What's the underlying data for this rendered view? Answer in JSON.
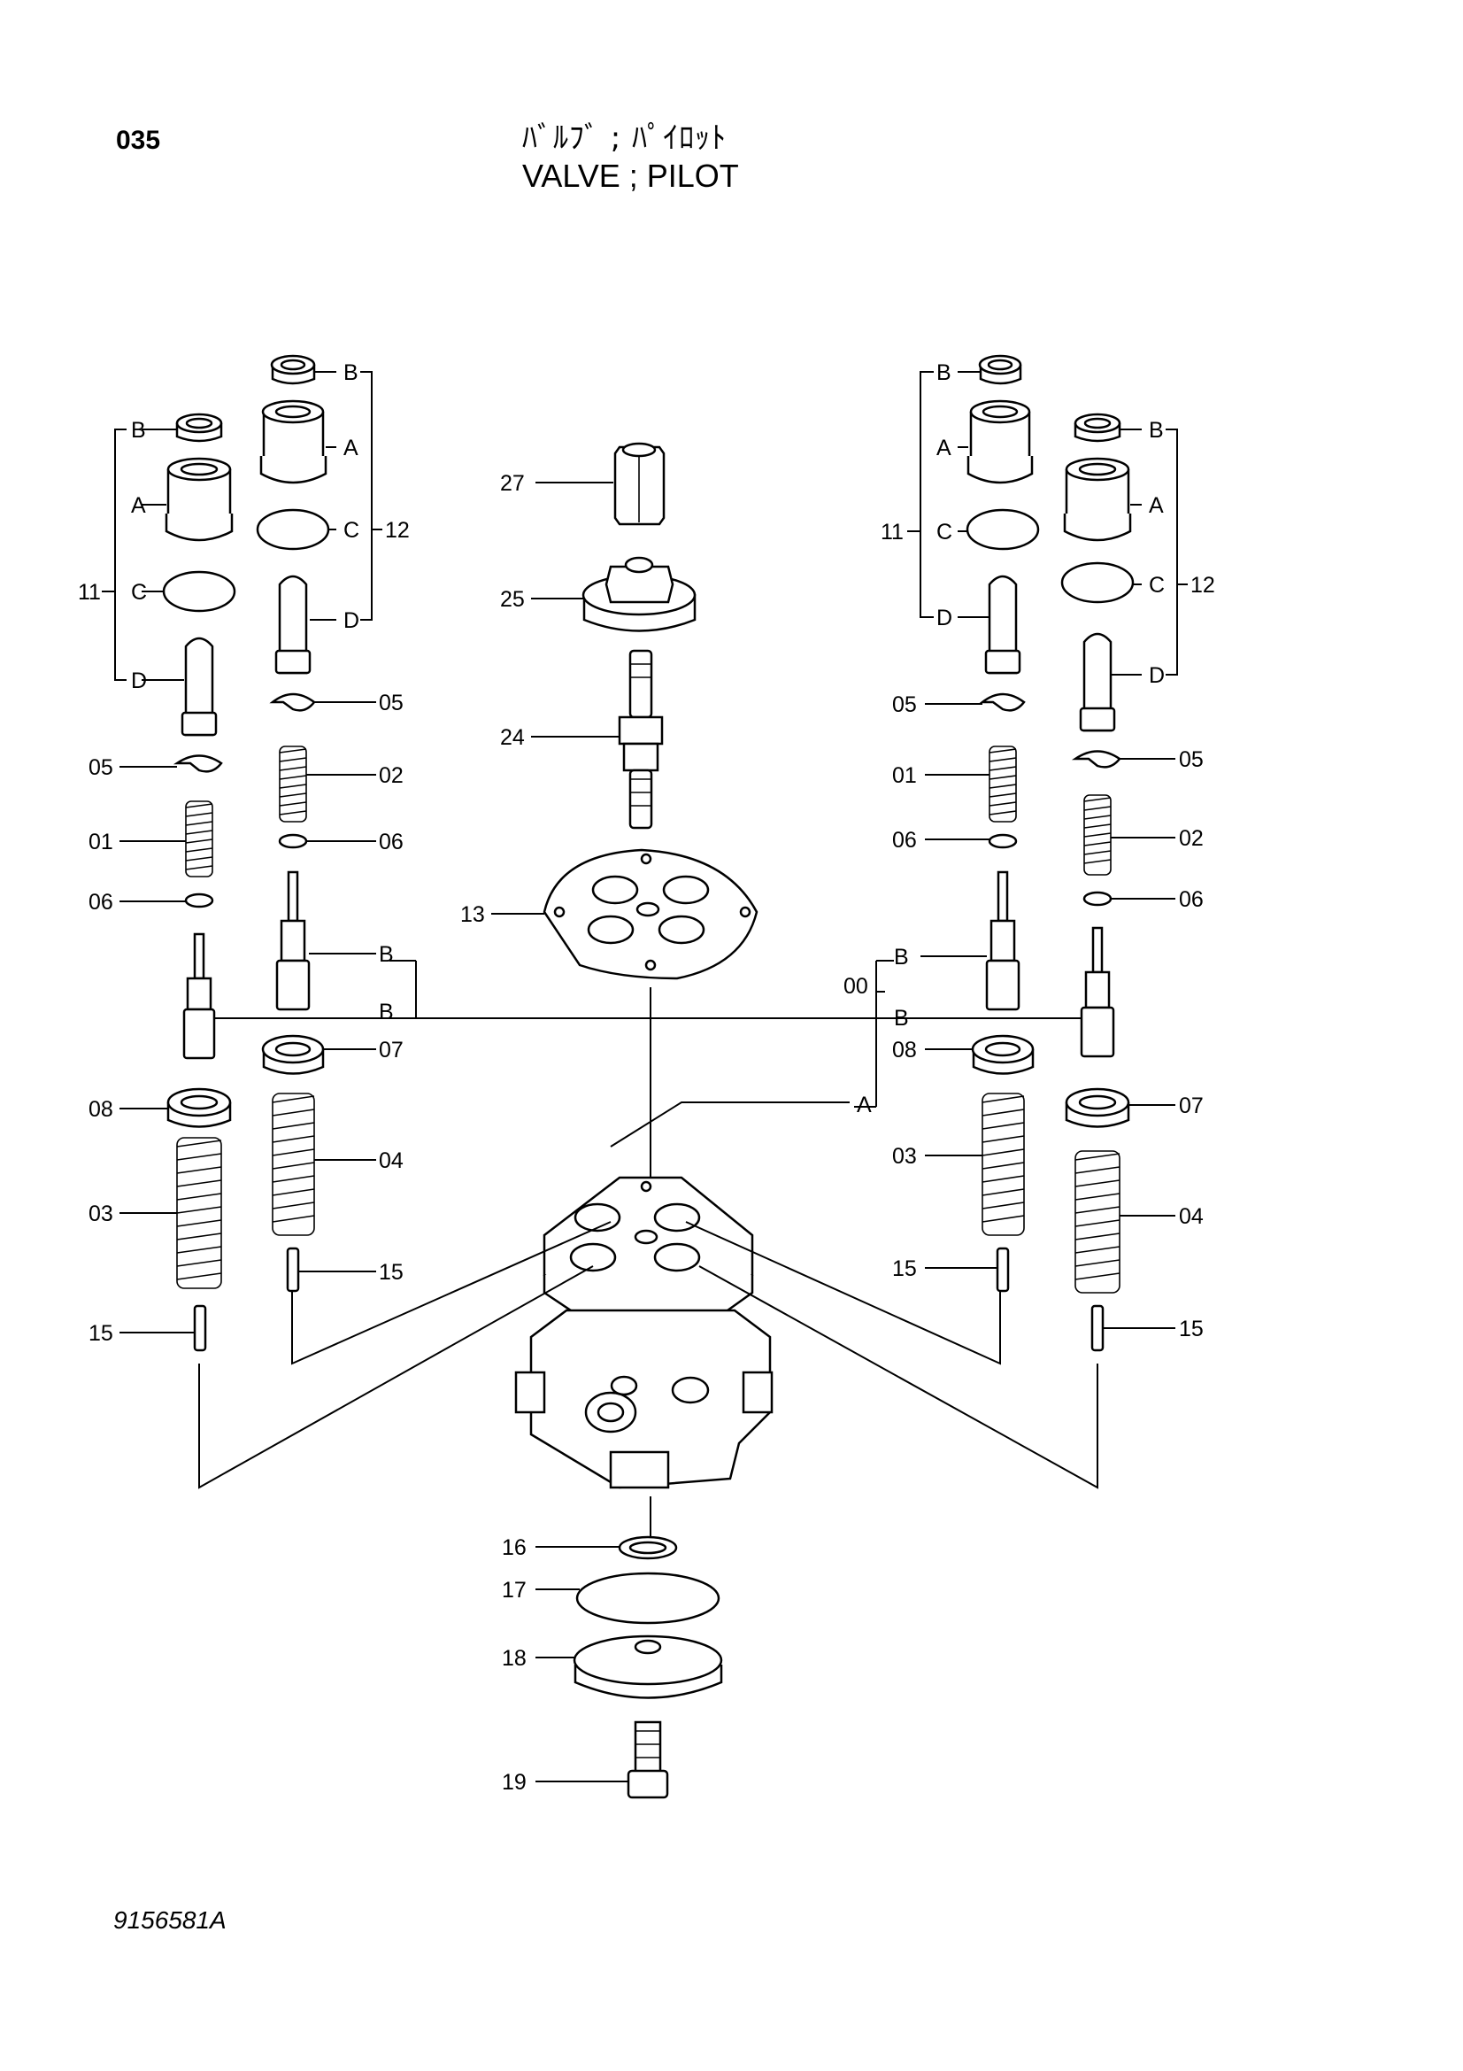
{
  "header": {
    "page_number": "035",
    "title_jp": "ﾊﾞﾙﾌﾞ ; ﾊﾟｲﾛｯﾄ",
    "title_en": "VALVE ; PILOT"
  },
  "footer": {
    "drawing_number": "9156581A"
  },
  "callouts": {
    "p27": "27",
    "p25": "25",
    "p24": "24",
    "p13": "13",
    "p16": "16",
    "p17": "17",
    "p18": "18",
    "p19": "19",
    "p00": "00",
    "left_outer": {
      "group": "11",
      "b": "B",
      "a": "A",
      "c": "C",
      "d": "D",
      "p05": "05",
      "p01": "01",
      "p06": "06",
      "p08": "08",
      "p03": "03",
      "p15": "15"
    },
    "left_inner": {
      "group": "12",
      "b": "B",
      "a": "A",
      "c": "C",
      "d": "D",
      "p05": "05",
      "p02": "02",
      "p06": "06",
      "pb": "B",
      "p07": "07",
      "p04": "04",
      "p15": "15"
    },
    "left_shared_b": "B",
    "right_inner": {
      "group": "11",
      "b": "B",
      "a": "A",
      "c": "C",
      "d": "D",
      "p05": "05",
      "p01": "01",
      "p06": "06",
      "pb": "B",
      "p08": "08",
      "p03": "03",
      "p15": "15"
    },
    "right_outer": {
      "group": "12",
      "b": "B",
      "a": "A",
      "c": "C",
      "d": "D",
      "p05": "05",
      "p02": "02",
      "p06": "06",
      "p07": "07",
      "p04": "04",
      "p15": "15"
    },
    "right_shared_b": "B",
    "body_a": "A"
  }
}
